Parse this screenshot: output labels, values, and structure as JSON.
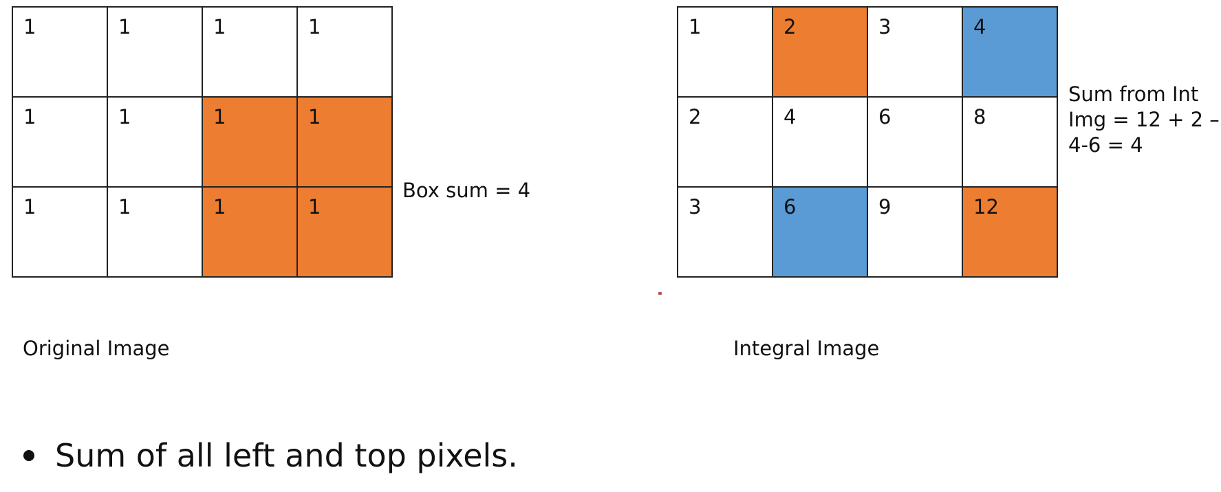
{
  "original_grid": {
    "rows": [
      [
        {
          "v": "1"
        },
        {
          "v": "1"
        },
        {
          "v": "1"
        },
        {
          "v": "1"
        }
      ],
      [
        {
          "v": "1"
        },
        {
          "v": "1"
        },
        {
          "v": "1",
          "hl": "orange"
        },
        {
          "v": "1",
          "hl": "orange"
        }
      ],
      [
        {
          "v": "1"
        },
        {
          "v": "1"
        },
        {
          "v": "1",
          "hl": "orange"
        },
        {
          "v": "1",
          "hl": "orange"
        }
      ]
    ]
  },
  "integral_grid": {
    "rows": [
      [
        {
          "v": "1"
        },
        {
          "v": "2",
          "hl": "orange"
        },
        {
          "v": "3"
        },
        {
          "v": "4",
          "hl": "blue"
        }
      ],
      [
        {
          "v": "2"
        },
        {
          "v": "4"
        },
        {
          "v": "6"
        },
        {
          "v": "8"
        }
      ],
      [
        {
          "v": "3"
        },
        {
          "v": "6",
          "hl": "blue"
        },
        {
          "v": "9"
        },
        {
          "v": "12",
          "hl": "orange"
        }
      ]
    ]
  },
  "labels": {
    "box_sum": "Box sum = 4",
    "int_sum_line1": "Sum from Int",
    "int_sum_line2": "Img = 12 + 2 –",
    "int_sum_line3": "4-6 = 4",
    "original_caption": "Original Image",
    "integral_caption": "Integral Image"
  },
  "bullets": [
    "Sum of all left and top pixels."
  ],
  "colors": {
    "orange": "#ed7d31",
    "blue": "#5b9bd5",
    "grid_line": "#222222"
  }
}
